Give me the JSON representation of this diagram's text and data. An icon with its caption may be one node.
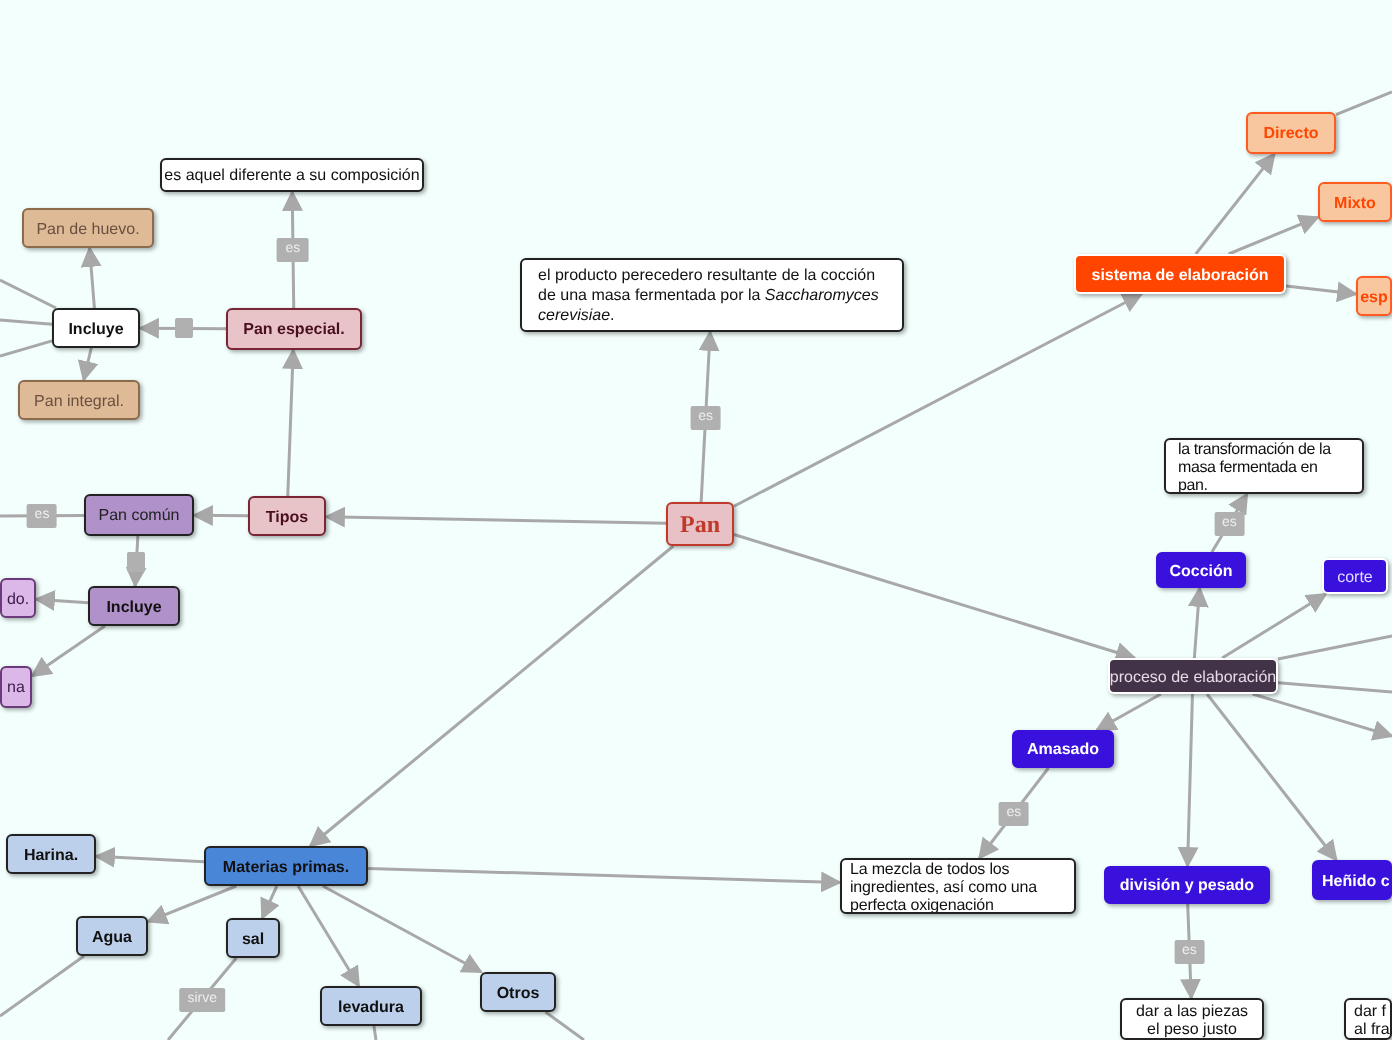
{
  "diagram": {
    "nodes": [
      {
        "text": [
          "Pan"
        ]
      },
      {
        "text": [
          "el producto perecedero resultante de la cocción de una masa fermentada por la *Saccharomyces cerevisiae*."
        ]
      },
      {
        "text": [
          "sistema de elaboración"
        ]
      },
      {
        "text": [
          "Directo"
        ]
      },
      {
        "text": [
          "Mixto"
        ]
      },
      {
        "text": [
          "esp"
        ]
      },
      {
        "text": [
          "proceso de elaboración"
        ]
      },
      {
        "text": [
          "Cocción"
        ]
      },
      {
        "text": [
          "la transformación de la masa fermentada en pan."
        ]
      },
      {
        "text": [
          "corte"
        ]
      },
      {
        "text": [
          "Amasado"
        ]
      },
      {
        "text": [
          "La mezcla de todos los ingredientes, así como una perfecta oxigenación"
        ]
      },
      {
        "text": [
          "división y pesado"
        ]
      },
      {
        "text": [
          "dar a las piezas el peso justo"
        ]
      },
      {
        "text": [
          "Heñido c"
        ]
      },
      {
        "text": [
          "dar f al fra"
        ]
      },
      {
        "text": [
          "Tipos"
        ]
      },
      {
        "text": [
          "Pan especial."
        ]
      },
      {
        "text": [
          "es aquel diferente a su composición"
        ]
      },
      {
        "text": [
          "Incluye"
        ]
      },
      {
        "text": [
          "Pan de huevo."
        ]
      },
      {
        "text": [
          "Pan integral."
        ]
      },
      {
        "text": [
          "Pan común"
        ]
      },
      {
        "text": [
          "Incluye"
        ]
      },
      {
        "text": [
          "do."
        ]
      },
      {
        "text": [
          "na"
        ]
      },
      {
        "text": [
          "Materias primas."
        ]
      },
      {
        "text": [
          "Harina."
        ]
      },
      {
        "text": [
          "Agua"
        ]
      },
      {
        "text": [
          "sal"
        ]
      },
      {
        "text": [
          "levadura"
        ]
      },
      {
        "text": [
          "Otros"
        ]
      }
    ],
    "edges": [
      {
        "from": 0,
        "to": 1,
        "arrow": "to",
        "label": "es"
      },
      {
        "from": 0,
        "to": 2,
        "arrow": "to"
      },
      {
        "from": 2,
        "to": 3,
        "arrow": "to"
      },
      {
        "from": 2,
        "to": 4,
        "arrow": "to"
      },
      {
        "from": 2,
        "to": 5,
        "arrow": "to"
      },
      {
        "from": 3,
        "to": null,
        "arrow": "none"
      },
      {
        "from": 0,
        "to": 6,
        "arrow": "to"
      },
      {
        "from": 6,
        "to": 7,
        "arrow": "to"
      },
      {
        "from": 7,
        "to": 8,
        "arrow": "to",
        "label": "es"
      },
      {
        "from": 6,
        "to": 9,
        "arrow": "to"
      },
      {
        "from": 6,
        "to": null,
        "arrow": "none"
      },
      {
        "from": 6,
        "to": null,
        "arrow": "none"
      },
      {
        "from": 6,
        "to": null,
        "arrow": "to"
      },
      {
        "from": 6,
        "to": 10,
        "arrow": "to"
      },
      {
        "from": 10,
        "to": 11,
        "arrow": "to",
        "label": "es"
      },
      {
        "from": 6,
        "to": 12,
        "arrow": "to"
      },
      {
        "from": 12,
        "to": 13,
        "arrow": "to",
        "label": "es"
      },
      {
        "from": 6,
        "to": 14,
        "arrow": "to"
      },
      {
        "from": 0,
        "to": 16,
        "arrow": "to"
      },
      {
        "from": 16,
        "to": 17,
        "arrow": "to"
      },
      {
        "from": 17,
        "to": 18,
        "arrow": "to",
        "label": "es"
      },
      {
        "from": 17,
        "to": 19,
        "arrow": "to"
      },
      {
        "from": 19,
        "to": 20,
        "arrow": "to"
      },
      {
        "from": 19,
        "to": 21,
        "arrow": "to"
      },
      {
        "from": 19,
        "to": null,
        "arrow": "none"
      },
      {
        "from": 19,
        "to": null,
        "arrow": "none"
      },
      {
        "from": 19,
        "to": null,
        "arrow": "none"
      },
      {
        "from": 16,
        "to": 22,
        "arrow": "to"
      },
      {
        "from": 22,
        "to": null,
        "arrow": "none",
        "label": "es"
      },
      {
        "from": 22,
        "to": 23,
        "arrow": "to"
      },
      {
        "from": 23,
        "to": 24,
        "arrow": "to"
      },
      {
        "from": 23,
        "to": 25,
        "arrow": "to"
      },
      {
        "from": 0,
        "to": 26,
        "arrow": "to"
      },
      {
        "from": 26,
        "to": 27,
        "arrow": "to"
      },
      {
        "from": 26,
        "to": 28,
        "arrow": "to"
      },
      {
        "from": 26,
        "to": 29,
        "arrow": "to"
      },
      {
        "from": 26,
        "to": 30,
        "arrow": "to"
      },
      {
        "from": 26,
        "to": 31,
        "arrow": "to"
      },
      {
        "from": 26,
        "to": 11,
        "arrow": "to"
      },
      {
        "from": 28,
        "to": null,
        "arrow": "none"
      },
      {
        "from": 29,
        "to": null,
        "arrow": "none",
        "label": "sirve"
      },
      {
        "from": 30,
        "to": null,
        "arrow": "none"
      },
      {
        "from": 31,
        "to": null,
        "arrow": "none"
      }
    ]
  }
}
